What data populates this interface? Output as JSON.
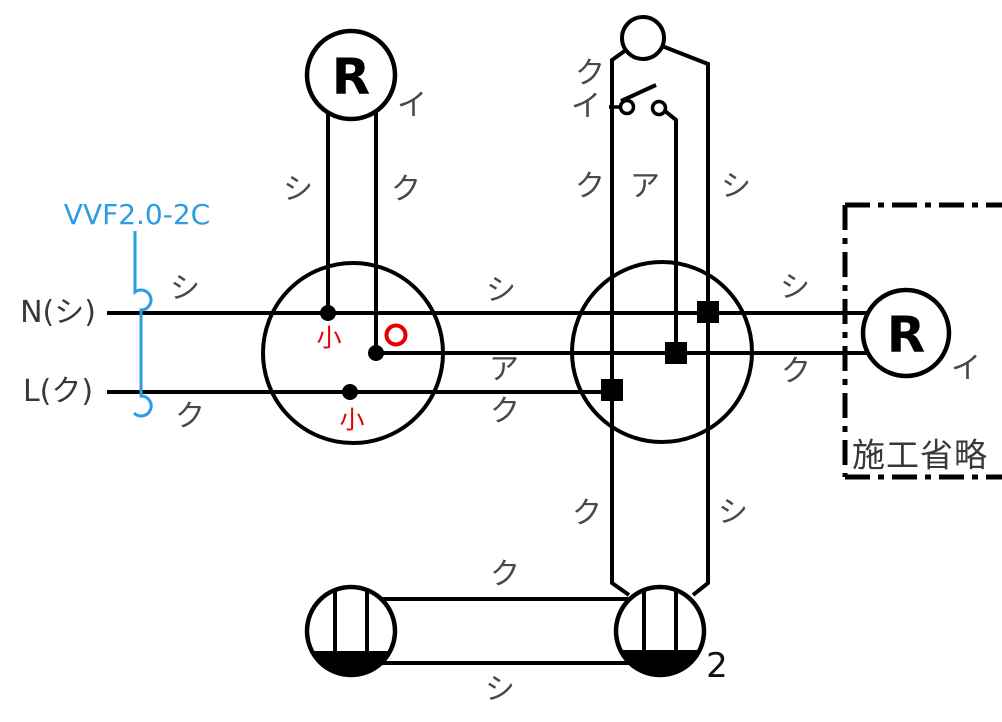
{
  "colors": {
    "line": "#000000",
    "label_gray": "#484848",
    "text_dark": "#383838",
    "stamp_red": "#e60000",
    "cable_blue": "#2b9de2"
  },
  "power_source": {
    "neutral_label": "N(シ)",
    "live_label": "L(ク)"
  },
  "cable_note": {
    "text": "VVF2.0-2C"
  },
  "lamp_left": {
    "symbol": "R",
    "circuit_label": "イ"
  },
  "lamp_right": {
    "symbol": "R",
    "circuit_label": "イ"
  },
  "omitted_box": {
    "label": "施工省略"
  },
  "switch": {
    "circuit_label": "イ"
  },
  "outlet_right": {
    "count_label": "2"
  },
  "sleeve_marks": {
    "n_junction": "小",
    "l_junction": "小",
    "middle_junction_symbol": "○"
  },
  "wire_labels": {
    "lamp_left_white": "シ",
    "lamp_left_black": "ク",
    "source_white": "シ",
    "source_black": "ク",
    "mid_white": "シ",
    "mid_red": "ア",
    "mid_black": "ク",
    "right_white": "シ",
    "right_black": "ク",
    "pilot_black": "ク",
    "drop_black": "ク",
    "drop_red": "ア",
    "drop_white": "シ",
    "lower_black": "ク",
    "lower_white": "シ",
    "outlet_link_black": "ク",
    "outlet_link_white": "シ"
  }
}
